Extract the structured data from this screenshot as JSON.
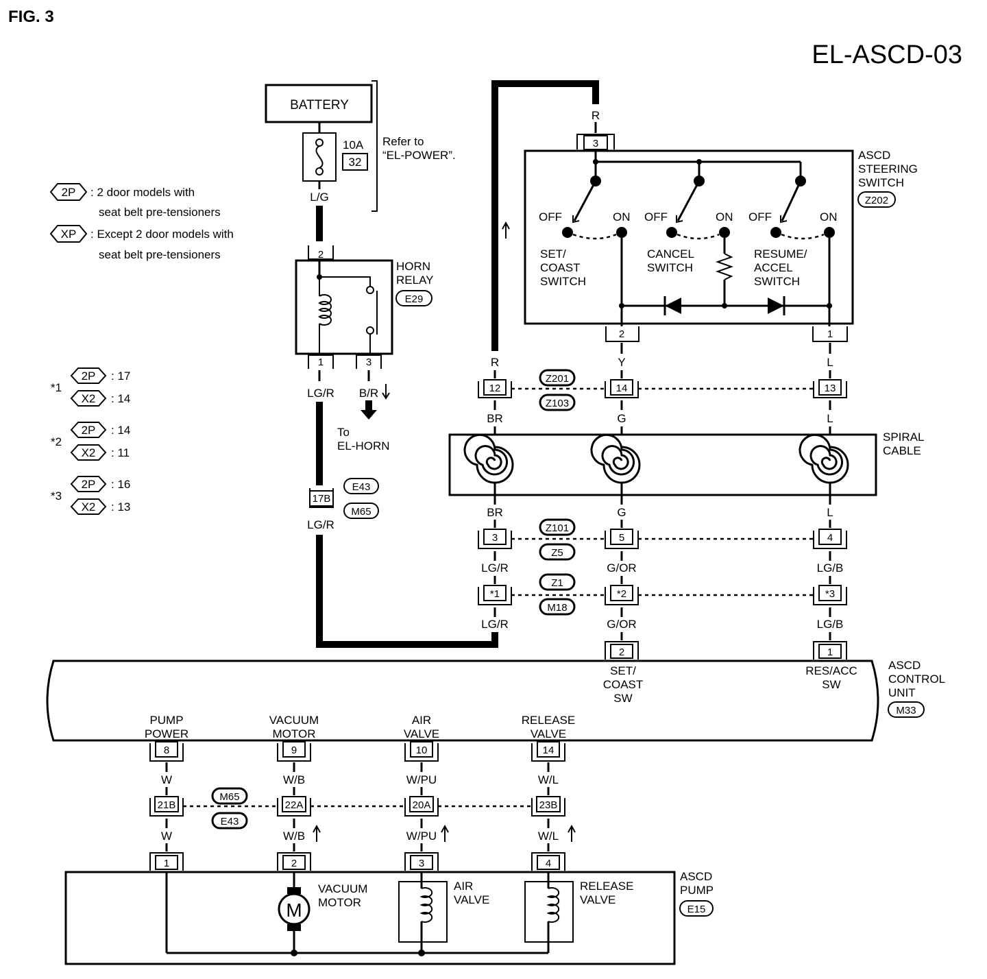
{
  "figure_label": "FIG. 3",
  "diagram_code": "EL-ASCD-03",
  "battery": {
    "label": "BATTERY",
    "fuse_rating": "10A",
    "fuse_number": "32",
    "refer_note": [
      "Refer to",
      "“EL-POWER”."
    ],
    "output_wire": "L/G"
  },
  "legend": {
    "items": [
      {
        "code": "2P",
        "text": [
          ": 2 door models with",
          "seat belt pre-tensioners"
        ]
      },
      {
        "code": "XP",
        "text": [
          ": Except 2 door models with",
          "seat belt pre-tensioners"
        ]
      }
    ],
    "stars": [
      {
        "mark": "*1",
        "rows": [
          {
            "code": "2P",
            "value": ": 17"
          },
          {
            "code": "X2",
            "value": ": 14"
          }
        ]
      },
      {
        "mark": "*2",
        "rows": [
          {
            "code": "2P",
            "value": ": 14"
          },
          {
            "code": "X2",
            "value": ": 11"
          }
        ]
      },
      {
        "mark": "*3",
        "rows": [
          {
            "code": "2P",
            "value": ": 16"
          },
          {
            "code": "X2",
            "value": ": 13"
          }
        ]
      }
    ]
  },
  "horn_relay": {
    "name": [
      "HORN",
      "RELAY"
    ],
    "connector": "E29",
    "pin_in": "2",
    "pin_out1": "1",
    "pin_out2": "3",
    "wire_out1": "LG/R",
    "wire_out2": "B/R",
    "to_note": [
      "To",
      "EL-HORN"
    ]
  },
  "joint_17b": {
    "pin": "17B",
    "connectors": [
      "E43",
      "M65"
    ],
    "wire_below": "LG/R"
  },
  "steering_switch": {
    "name": [
      "ASCD",
      "STEERING",
      "SWITCH"
    ],
    "connector": "Z202",
    "top_wire": "R",
    "pin_top": "3",
    "pin_left": "2",
    "pin_right": "1",
    "wire_left": "Y",
    "wire_right": "L",
    "switches": [
      {
        "off": "OFF",
        "on": "ON",
        "label": [
          "SET/",
          "COAST",
          "SWITCH"
        ]
      },
      {
        "off": "OFF",
        "on": "ON",
        "label": [
          "CANCEL",
          "SWITCH"
        ]
      },
      {
        "off": "OFF",
        "on": "ON",
        "label": [
          "RESUME/",
          "ACCEL",
          "SWITCH"
        ]
      }
    ]
  },
  "row_z201": {
    "connectors": [
      "Z201",
      "Z103"
    ],
    "pins": [
      "12",
      "14",
      "13"
    ],
    "wire_above": [
      "R"
    ],
    "wires_below": [
      "BR",
      "G",
      "L"
    ]
  },
  "spiral_cable": {
    "name": [
      "SPIRAL",
      "CABLE"
    ],
    "wires_below": [
      "BR",
      "G",
      "L"
    ]
  },
  "row_z101": {
    "connectors": [
      "Z101",
      "Z5"
    ],
    "pins": [
      "3",
      "5",
      "4"
    ],
    "wires_below": [
      "LG/R",
      "G/OR",
      "LG/B"
    ]
  },
  "row_z1": {
    "connectors": [
      "Z1",
      "M18"
    ],
    "pins": [
      "*1",
      "*2",
      "*3"
    ],
    "wires_below": [
      "LG/R",
      "G/OR",
      "LG/B"
    ]
  },
  "control_unit": {
    "name": [
      "ASCD",
      "CONTROL",
      "UNIT"
    ],
    "connector": "M33",
    "top_pins": [
      "2",
      "1"
    ],
    "top_labels": [
      [
        "SET/",
        "COAST",
        "SW"
      ],
      [
        "RES/ACC",
        "SW"
      ]
    ],
    "bottom_labels": [
      [
        "PUMP",
        "POWER"
      ],
      [
        "VACUUM",
        "MOTOR"
      ],
      [
        "AIR",
        "VALVE"
      ],
      [
        "RELEASE",
        "VALVE"
      ]
    ],
    "bottom_pins": [
      "8",
      "9",
      "10",
      "14"
    ]
  },
  "pump_wires_upper": [
    "W",
    "W/B",
    "W/PU",
    "W/L"
  ],
  "row_m65": {
    "connectors": [
      "M65",
      "E43"
    ],
    "pins": [
      "21B",
      "22A",
      "20A",
      "23B"
    ]
  },
  "pump_wires_lower": [
    "W",
    "W/B",
    "W/PU",
    "W/L"
  ],
  "pump": {
    "name": [
      "ASCD",
      "PUMP"
    ],
    "connector": "E15",
    "pins": [
      "1",
      "2",
      "3",
      "4"
    ],
    "motor_symbol": "M",
    "components": [
      [
        "VACUUM",
        "MOTOR"
      ],
      [
        "AIR",
        "VALVE"
      ],
      [
        "RELEASE",
        "VALVE"
      ]
    ]
  }
}
